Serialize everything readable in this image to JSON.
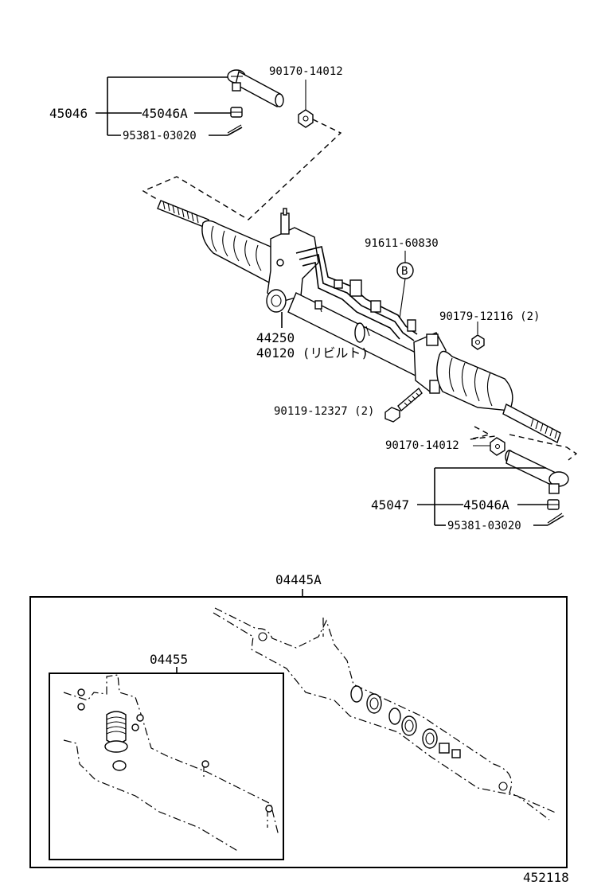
{
  "labels": {
    "tie_rod_end_left_set": "45046",
    "tie_rod_end_left_nut": "45046A",
    "cotter_pin_left": "95381-03020",
    "lock_nut_left": "90170-14012",
    "hose_clamp_part": "91611-60830",
    "marker_b": "B",
    "mount_nut": "90179-12116 (2)",
    "rack_assembly": "44250",
    "rack_rebuilt": "40120 (リビルト)",
    "mount_bolt": "90119-12327 (2)",
    "lock_nut_right": "90170-14012",
    "tie_rod_end_right_set": "45047",
    "tie_rod_end_right_nut": "45046A",
    "cotter_pin_right": "95381-03020",
    "gasket_kit": "04445A",
    "seal_kit": "04455",
    "diagram_code": "452118"
  }
}
